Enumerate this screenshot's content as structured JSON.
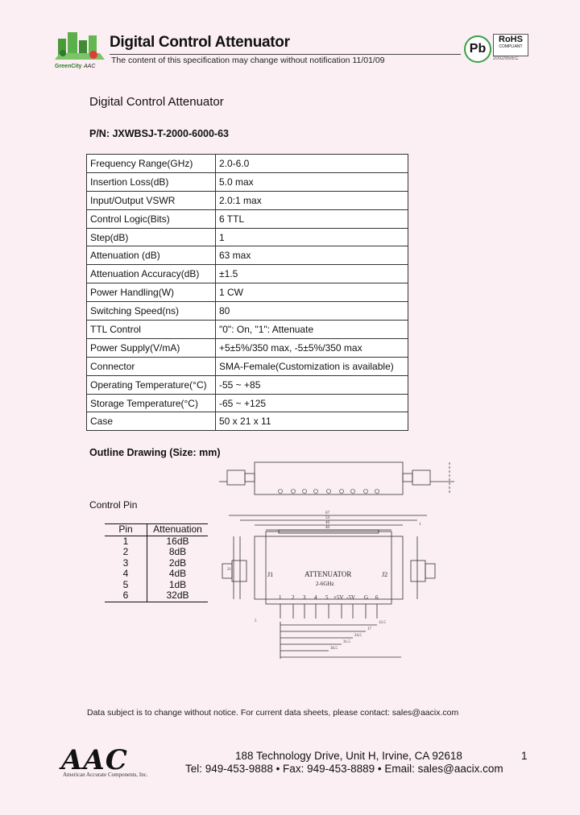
{
  "header": {
    "title": "Digital Control Attenuator",
    "note": "The content of this specification may change without notification 11/01/09",
    "logo_text": "GreenCity AAC",
    "pb_badge": "Pb",
    "rohs_big": "RoHS",
    "rohs_small": "COMPLIANT",
    "rohs_sub": "2002/95/EC"
  },
  "doc_title": "Digital Control Attenuator",
  "part_number": "P/N: JXWBSJ-T-2000-6000-63",
  "specs": [
    {
      "k": "Frequency Range(GHz)",
      "v": "2.0-6.0"
    },
    {
      "k": "Insertion Loss(dB)",
      "v": "5.0 max"
    },
    {
      "k": "Input/Output VSWR",
      "v": "2.0:1 max"
    },
    {
      "k": "Control Logic(Bits)",
      "v": "6 TTL"
    },
    {
      "k": "Step(dB)",
      "v": "1"
    },
    {
      "k": "Attenuation (dB)",
      "v": "63 max"
    },
    {
      "k": "Attenuation Accuracy(dB)",
      "v": "±1.5"
    },
    {
      "k": "Power Handling(W)",
      "v": "1 CW"
    },
    {
      "k": "Switching Speed(ns)",
      "v": "80"
    },
    {
      "k": "TTL Control",
      "v": "\"0\": On, \"1\": Attenuate"
    },
    {
      "k": "Power Supply(V/mA)",
      "v": "+5±5%/350 max, -5±5%/350 max"
    },
    {
      "k": "Connector",
      "v": "SMA-Female(Customization is available)"
    },
    {
      "k": "Operating Temperature(°C)",
      "v": "-55 ~ +85"
    },
    {
      "k": "Storage Temperature(°C)",
      "v": "-65 ~ +125"
    },
    {
      "k": "Case",
      "v": "50 x 21 x 11"
    }
  ],
  "outline_title": "Outline Drawing (Size: mm)",
  "control_pin_label": "Control Pin",
  "pin_table": {
    "headers": [
      "Pin",
      "Attenuation"
    ],
    "rows": [
      {
        "pin": "1",
        "att": "16dB"
      },
      {
        "pin": "2",
        "att": "8dB"
      },
      {
        "pin": "3",
        "att": "2dB"
      },
      {
        "pin": "4",
        "att": "4dB"
      },
      {
        "pin": "5",
        "att": "1dB"
      },
      {
        "pin": "6",
        "att": "32dB"
      }
    ]
  },
  "drawing": {
    "device_label": "ATTENUATOR",
    "freq_label": "2-6GHz",
    "j1": "J1",
    "j2": "J2",
    "pin_labels": [
      "1",
      "2",
      "3",
      "4",
      "5",
      "+5V",
      "-5V",
      "G",
      "6"
    ],
    "dims": [
      "67",
      "54",
      "46",
      "40",
      "12.5",
      "17",
      "24.5",
      "31.5",
      "36.5",
      "5",
      "21",
      "1"
    ]
  },
  "footer": {
    "subject": "Data subject is to change without notice.  For current data sheets, please contact:  sales@aacix.com",
    "logo": "AAC",
    "logo_sub": "American Accurate Components, Inc.",
    "address": "188 Technology Drive, Unit H, Irvine, CA 92618",
    "contact": "Tel: 949-453-9888 • Fax: 949-453-8889 • Email: sales@aacix.com",
    "page": "1"
  }
}
